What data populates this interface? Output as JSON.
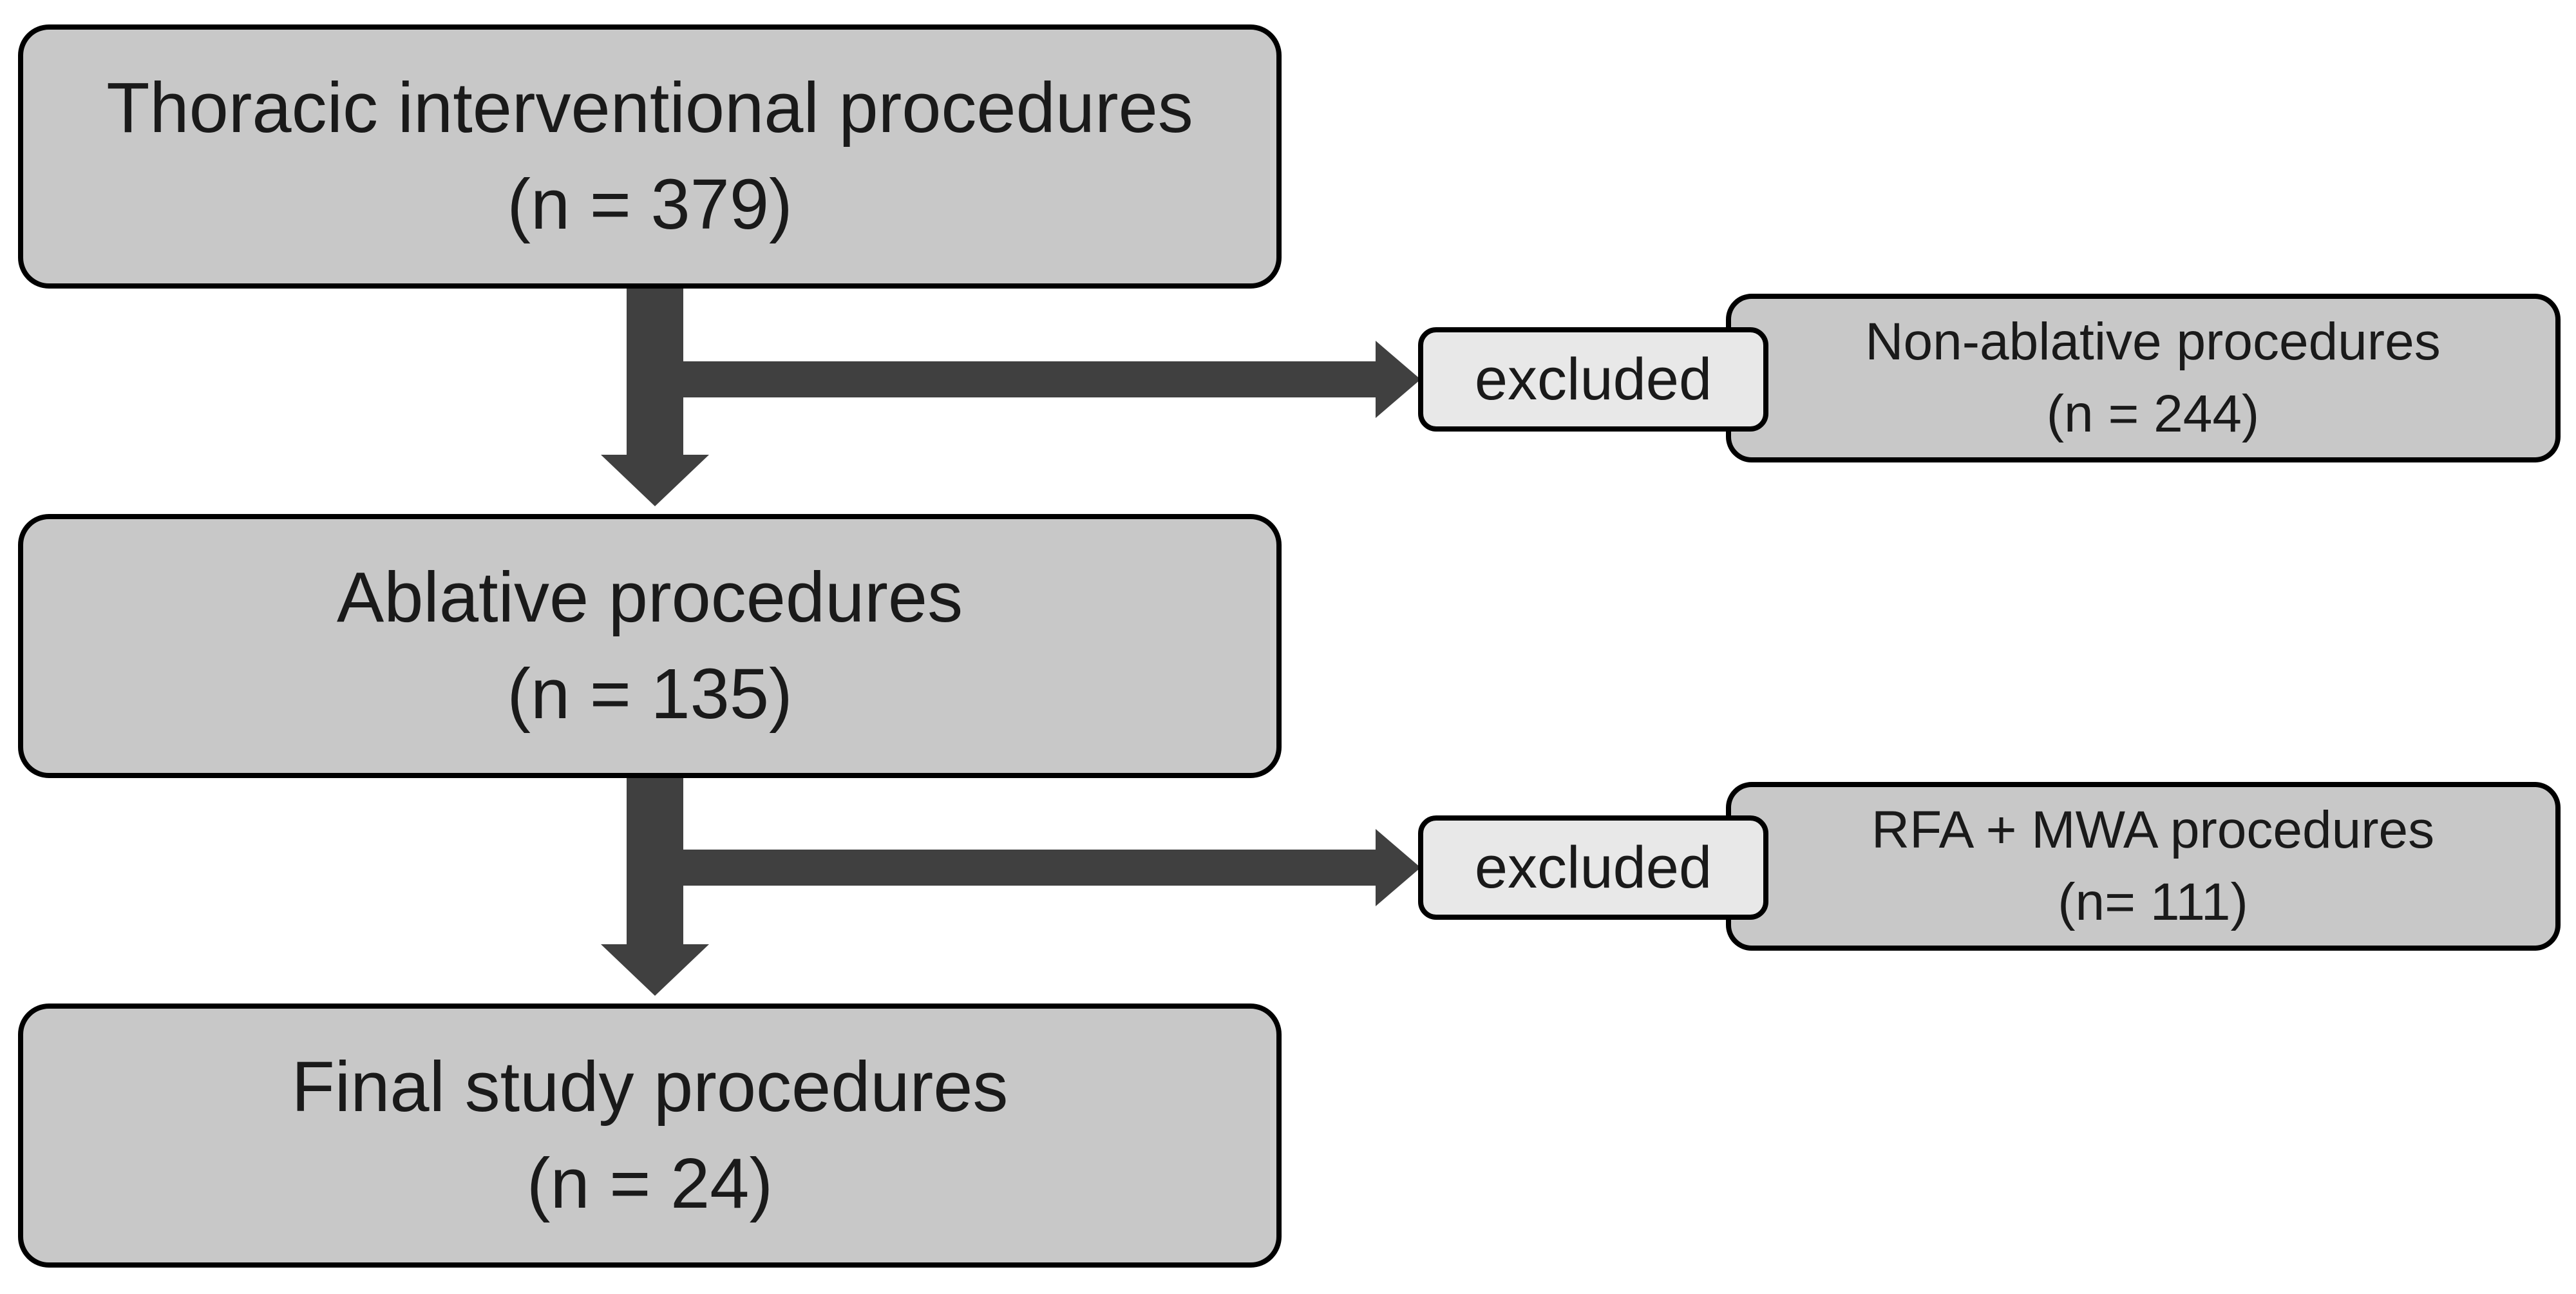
{
  "boxes": {
    "total": {
      "title": "Thoracic interventional procedures",
      "count": "(n = 379)"
    },
    "ablative": {
      "title": "Ablative procedures",
      "count": "(n = 135)"
    },
    "final": {
      "title": "Final study procedures",
      "count": "(n = 24)"
    }
  },
  "exclusions": [
    {
      "tag": "excluded",
      "title": "Non-ablative procedures",
      "count": "(n = 244)"
    },
    {
      "tag": "excluded",
      "title": "RFA + MWA procedures",
      "count": "(n= 111)"
    }
  ],
  "colors": {
    "box_fill": "#c8c8c8",
    "tag_fill": "#e8e8e8",
    "arrow": "#404040",
    "border": "#000000"
  }
}
